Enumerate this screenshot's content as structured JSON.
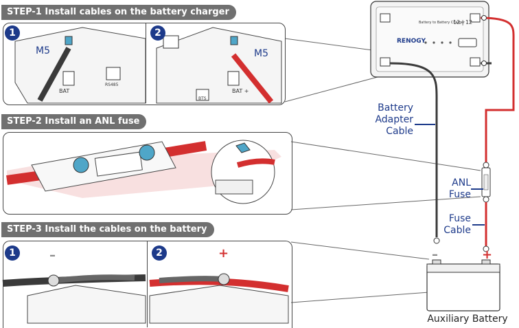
{
  "steps": {
    "step1": {
      "title": "STEP-1 Install cables on the battery charger",
      "label_m5_a": "M5",
      "label_m5_b": "M5",
      "num1": "1",
      "num2": "2",
      "port_a": "BAT",
      "port_b": "BAT +",
      "rs485": "RS485",
      "bts": "BTS"
    },
    "step2": {
      "title": "STEP-2 Install an ANL fuse"
    },
    "step3": {
      "title": "STEP-3 Install the cables on the battery",
      "num1": "1",
      "num2": "2",
      "minus": "–",
      "plus": "+"
    }
  },
  "charger": {
    "brand": "RENOGY",
    "model": "Battery to Battery Charger",
    "rating": "12 | 12"
  },
  "labels": {
    "battery_adapter_cable": [
      "Battery",
      "Adapter",
      "Cable"
    ],
    "anl_fuse": [
      "ANL",
      "Fuse"
    ],
    "fuse_cable": [
      "Fuse",
      "Cable"
    ],
    "auxiliary_battery": "Auxiliary Battery",
    "battery_minus": "–",
    "battery_plus": "+"
  },
  "colors": {
    "banner": "#707070",
    "label": "#1d3a8a",
    "red_cable": "#d32f2f",
    "black_cable": "#3a3a3a",
    "nut": "#4fa6c8"
  }
}
